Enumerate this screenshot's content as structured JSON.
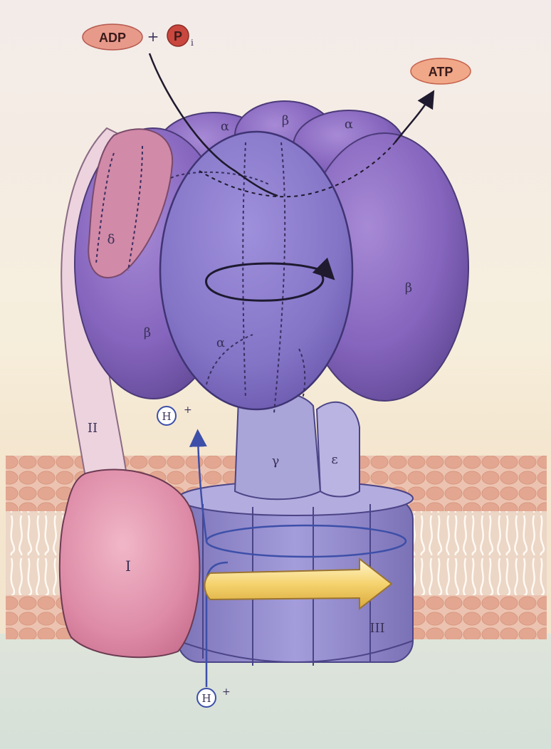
{
  "reaction": {
    "substrate_adp": "ADP",
    "plus": "+",
    "substrate_pi": "P",
    "pi_subscript": "i",
    "product": "ATP"
  },
  "subunits": {
    "alpha_top_left": "α",
    "beta_top": "β",
    "alpha_top_right": "α",
    "delta": "δ",
    "beta_left": "β",
    "alpha_front": "α",
    "beta_right": "β",
    "gamma": "γ",
    "epsilon": "ε",
    "stalk_b": "II",
    "subunit_a": "I",
    "c_ring": "III"
  },
  "protons": {
    "top_symbol": "H",
    "top_charge": "+",
    "bottom_symbol": "H",
    "bottom_charge": "+"
  },
  "colors": {
    "background_top": "#f4ede8",
    "background_mid": "#f6ecd0",
    "membrane_head": "#e6a995",
    "membrane_tail": "#ead4c4",
    "matrix_bottom": "#d9e2d8",
    "purple_head": "#8b6cc0",
    "purple_dark": "#5d4590",
    "stator_pink": "#dd8ea8",
    "stalk_pink": "#ead0dc",
    "ring_lavender": "#8e86c8",
    "gamma_lavender": "#a9a4d6",
    "proton_path": "#3d4fa8",
    "rotation_arrow": "#f0c860"
  }
}
